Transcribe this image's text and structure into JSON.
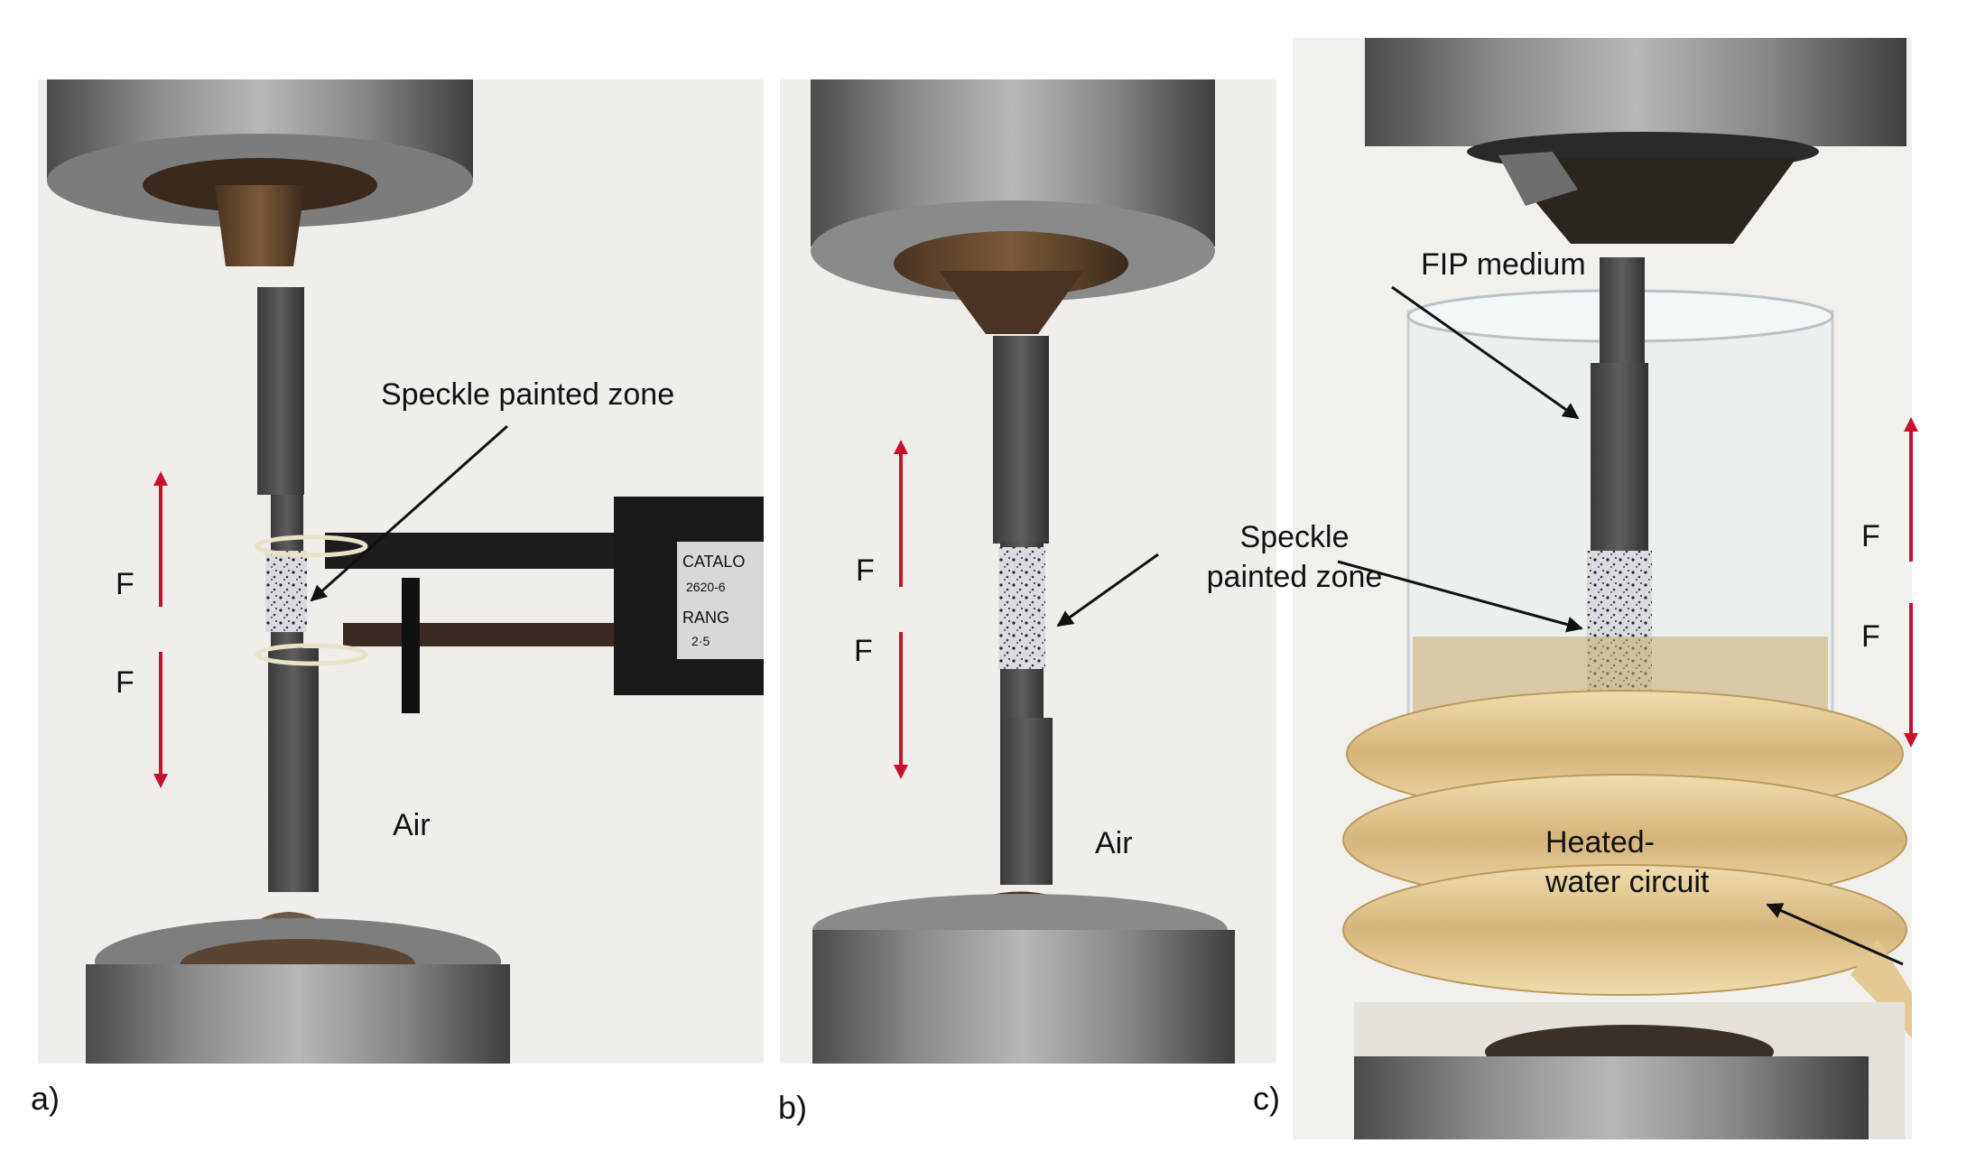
{
  "panels": [
    {
      "label": "a)",
      "annotations": {
        "speckle": "Speckle painted zone",
        "force_up": "F",
        "force_down": "F",
        "medium": "Air"
      },
      "extensometer_text": {
        "line1": "CATALO",
        "line2": "2620-6",
        "line3": "RANG",
        "line4": "2·5"
      }
    },
    {
      "label": "b)",
      "annotations": {
        "force_up": "F",
        "force_down": "F",
        "medium": "Air"
      }
    },
    {
      "label": "c)",
      "annotations": {
        "fip": "FIP medium",
        "speckle_line1": "Speckle",
        "speckle_line2": "painted zone",
        "force_up": "F",
        "force_down": "F",
        "heated_line1": "Heated-",
        "heated_line2": "water circuit"
      }
    }
  ],
  "colors": {
    "arrow_red": "#c8102e",
    "background_wall": "#efeeea"
  }
}
